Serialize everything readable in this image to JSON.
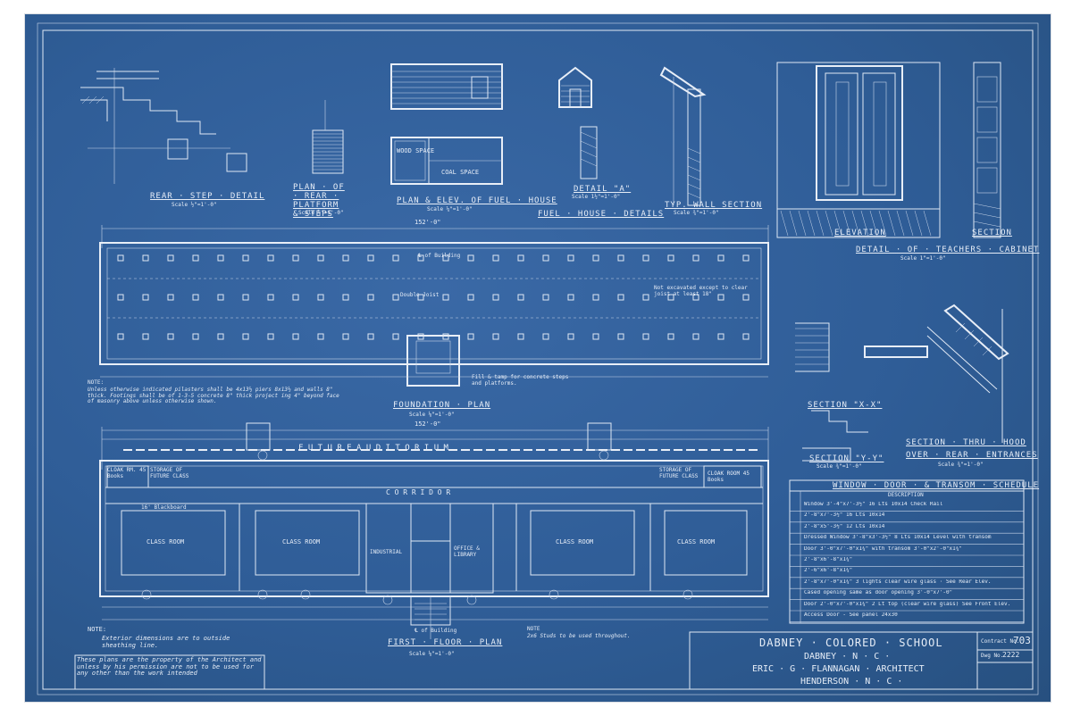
{
  "title_block": {
    "project": "DABNEY · COLORED · SCHOOL",
    "location": "DABNEY · N · C ·",
    "architect": "ERIC · G · FLANNAGAN · ARCHITECT",
    "city": "HENDERSON · N · C ·",
    "contract_label": "Contract No.",
    "contract_no": "703",
    "dwg_label": "Dwg No.",
    "dwg_no": "2222"
  },
  "notes": {
    "exterior_note_title": "NOTE:",
    "exterior_note": "Exterior dimensions are to outside sheathing line.",
    "property_note": "These plans are the property of the Architect and unless by his permission are not to be used for any other than the work intended",
    "studs_note_title": "NOTE",
    "studs_note": "2x6 Studs to be used throughout.",
    "foundation_note_title": "NOTE:",
    "foundation_note": "Unless otherwise indicated pilasters shall be 4x13½ piers 8x13½ and walls 8\" thick. Footings shall be of 1-3-5 concrete 8\" thick project ing 4\" beyond face of masonry above unless otherwise shown."
  },
  "drawings": {
    "rear_step": {
      "title": "REAR · STEP · DETAIL",
      "scale": "Scale ½\"=1'-0\""
    },
    "rear_platform": {
      "title": "PLAN · OF · REAR · PLATFORM & STEPS",
      "scale": "Scale ⅛\"=1'-0\""
    },
    "fuel_house_plan": {
      "title": "PLAN & ELEV. OF FUEL · HOUSE",
      "scale": "Scale ¼\"=1'-0\"",
      "room1": "WOOD SPACE",
      "room2": "COAL SPACE"
    },
    "fuel_house_details": {
      "title": "FUEL · HOUSE · DETAILS"
    },
    "detail_a": {
      "title": "DETAIL \"A\"",
      "scale": "Scale 1½\"=1'-0\""
    },
    "typ_wall": {
      "title": "TYP. WALL SECTION",
      "scale": "Scale ¾\"=1'-0\""
    },
    "cabinet": {
      "elevation": "ELEVATION",
      "section": "SECTION",
      "title": "DETAIL · OF · TEACHERS · CABINET",
      "scale": "Scale 1\"=1'-0\""
    },
    "foundation": {
      "title": "FOUNDATION · PLAN",
      "scale": "Scale ⅛\"=1'-0\"",
      "overall": "152'-0\"",
      "building_cl": "℄ of Building",
      "double_joist": "Double Joist",
      "excavate": "Not excavated except to clear joist at least 18\"",
      "fill_note": "Fill & tamp for concrete steps and platforms."
    },
    "sections": {
      "sec_xx": "SECTION \"X-X\"",
      "sec_yy": "SECTION \"Y-Y\"",
      "hood_title": "SECTION · THRU · HOOD",
      "hood_sub": "OVER · REAR · ENTRANCES",
      "hood_scale": "Scale ¾\"=1'-0\"",
      "scale": "Scale ¾\"=1'-0\""
    },
    "first_floor": {
      "title": "FIRST · FLOOR · PLAN",
      "scale": "Scale ⅛\"=1'-0\"",
      "overall": "152'-0\"",
      "auditorium": "F U T U R E   A U D I T O R I U M",
      "corridor": "C O R R I D O R",
      "class_room": "CLASS ROOM",
      "industrial": "INDUSTRIAL",
      "office": "OFFICE & LIBRARY",
      "storage_left": "STORAGE OF FUTURE CLASS",
      "storage_right": "STORAGE OF FUTURE CLASS",
      "cloak_left": "CLOAK RM. 45 Books",
      "cloak_right": "CLOAK ROOM 45 Books",
      "blackboard": "16' Blackboard",
      "building_cl": "℄ of Building"
    }
  },
  "schedule": {
    "title": "WINDOW · DOOR · & TRANSOM · SCHEDULE",
    "subtitle": "DESCRIPTION",
    "rows": [
      "Window 3'-4\"x7'-3½\" 16 Lts 10x14 Check Rail",
      "2'-8\"x7'-3½\" 16 Lts 10x14",
      "2'-8\"x5'-3½\" 12 Lts 10x14",
      "Dressed Window 3'-8\"x3'-3½\" 8 Lts 10x14 Level with transom",
      "Door 3'-0\"x7'-0\"x1¾\" with transom 3'-0\"x2'-0\"x1¾\"",
      "2'-8\"x6'-8\"x1¾\"",
      "2'-6\"x6'-8\"x1¾\"",
      "2'-8\"x7'-0\"x1¾\" 3 lights clear wire glass · See Rear Elev.",
      "Cased opening same as door opening 3'-0\"x7'-0\"",
      "Door 2'-0\"x7'-0\"x1¾\" 2 Lt top (clear wire glass) See Front Elev.",
      "Access Door - See panel  24x30"
    ]
  }
}
